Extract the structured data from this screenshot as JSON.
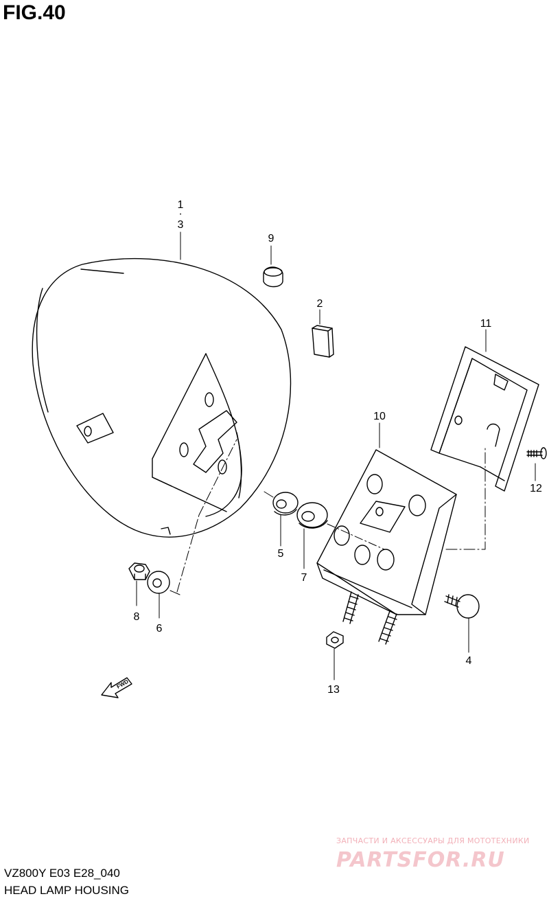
{
  "figure": {
    "title": "FIG.40"
  },
  "callouts": {
    "c1": "1",
    "c1dot": "·",
    "c3": "3",
    "c9": "9",
    "c2": "2",
    "c11": "11",
    "c10": "10",
    "c12": "12",
    "c5": "5",
    "c7": "7",
    "c8": "8",
    "c6": "6",
    "c4": "4",
    "c13": "13"
  },
  "fwd_arrow": {
    "label": "FWD"
  },
  "watermark": {
    "tagline": "ЗАПЧАСТИ И АКСЕССУАРЫ ДЛЯ МОТОТЕХНИКИ",
    "logo": "PARTSFOR.RU"
  },
  "footer": {
    "model_code": "VZ800Y E03 E28_040",
    "section_name": "HEAD LAMP HOUSING"
  }
}
